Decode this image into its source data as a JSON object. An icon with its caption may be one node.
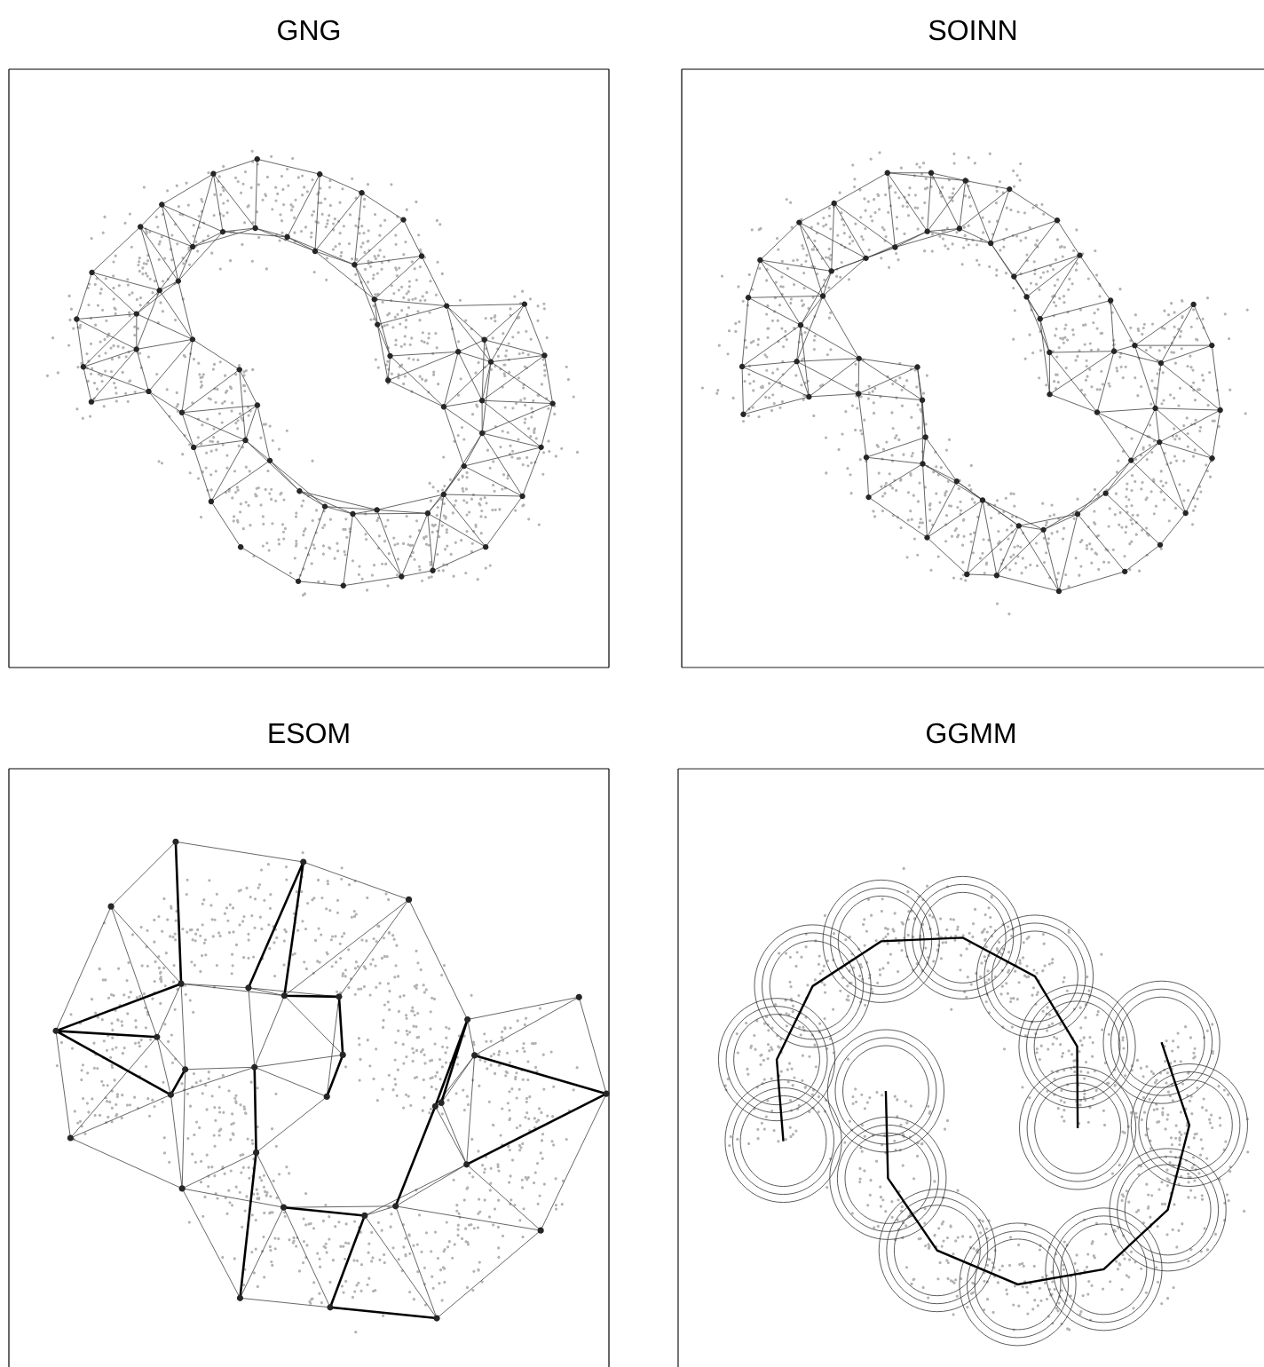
{
  "diagram": {
    "nodes": [
      {
        "text": [
          "GNG"
        ]
      },
      {
        "text": [
          "SOINN"
        ]
      },
      {
        "text": [
          "ESOM"
        ]
      },
      {
        "text": [
          "GGMM"
        ]
      }
    ]
  }
}
